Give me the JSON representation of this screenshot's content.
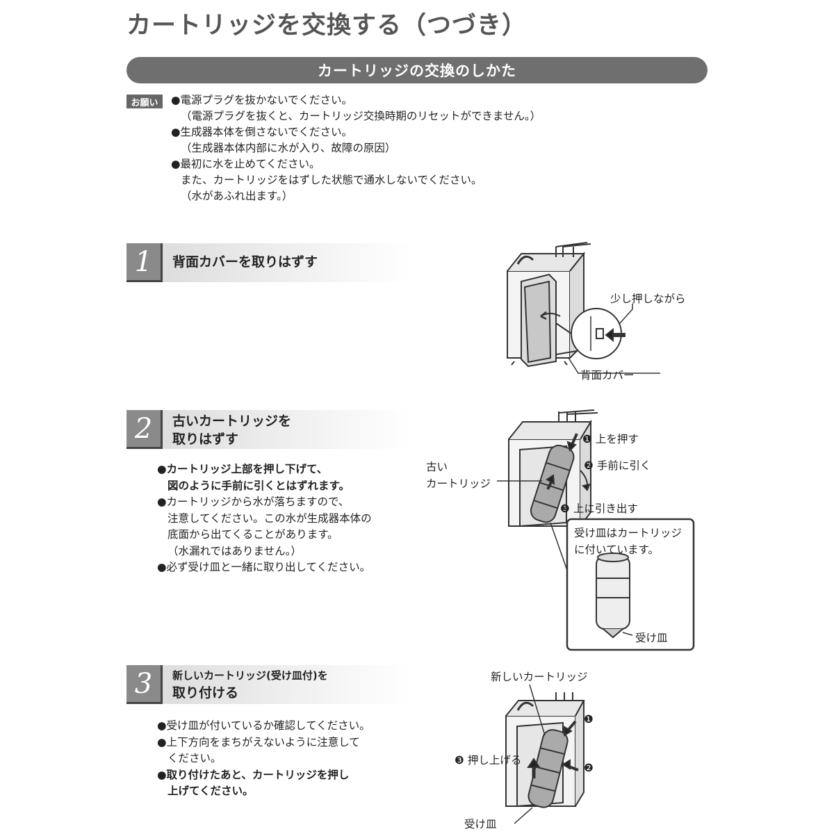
{
  "title": "カートリッジを交換する（つづき）",
  "section_band": "カートリッジの交換のしかた",
  "notice": {
    "label": "お願い",
    "lines": [
      "●電源プラグを抜かないでください。",
      "（電源プラグを抜くと、カートリッジ交換時期のリセットができません。）",
      "●生成器本体を倒さないでください。",
      "（生成器本体内部に水が入り、故障の原因）",
      "●最初に水を止めてください。",
      "また、カートリッジをはずした状態で通水しないでください。",
      "（水があふれ出ます。）"
    ]
  },
  "steps": [
    {
      "number": "1",
      "title_lines": [
        "背面カバーを取りはずす"
      ],
      "bullets": [],
      "fig_labels": {
        "push": "少し押しながら",
        "cover": "背面カバー"
      }
    },
    {
      "number": "2",
      "title_lines": [
        "古いカートリッジを",
        "取りはずす"
      ],
      "bullets": [
        {
          "bold": true,
          "lines": [
            "●カートリッジ上部を押し下げて、",
            "図のように手前に引くとはずれます。"
          ]
        },
        {
          "bold": false,
          "lines": [
            "●カートリッジから水が落ちますので、",
            "注意してください。この水が生成器本体の",
            "底面から出てくることがあります。",
            "（水漏れではありません。）"
          ]
        },
        {
          "bold": false,
          "lines": [
            "●必ず受け皿と一緒に取り出してください。"
          ]
        }
      ],
      "fig_labels": {
        "old_line1": "古い",
        "old_line2": "カートリッジ",
        "a1": "❶ 上を押す",
        "a2": "❷ 手前に引く",
        "a3": "❸ 上に引き出す",
        "box_line1": "受け皿はカートリッジ",
        "box_line2": "に付いています。",
        "tray": "受け皿"
      }
    },
    {
      "number": "3",
      "title_lines": [
        "新しいカートリッジ(受け皿付)を",
        "取り付ける"
      ],
      "bullets": [
        {
          "bold": false,
          "lines": [
            "●受け皿が付いているか確認してください。"
          ]
        },
        {
          "bold": false,
          "lines": [
            "●上下方向をまちがえないように注意して",
            "ください。"
          ]
        },
        {
          "bold": true,
          "lines": [
            "●取り付けたあと、カートリッジを押し",
            "上げてください。"
          ]
        }
      ],
      "fig_labels": {
        "new": "新しいカートリッジ",
        "n1": "❶",
        "n2": "❷",
        "n3": "❸ 押し上げる",
        "tray": "受け皿"
      }
    }
  ]
}
